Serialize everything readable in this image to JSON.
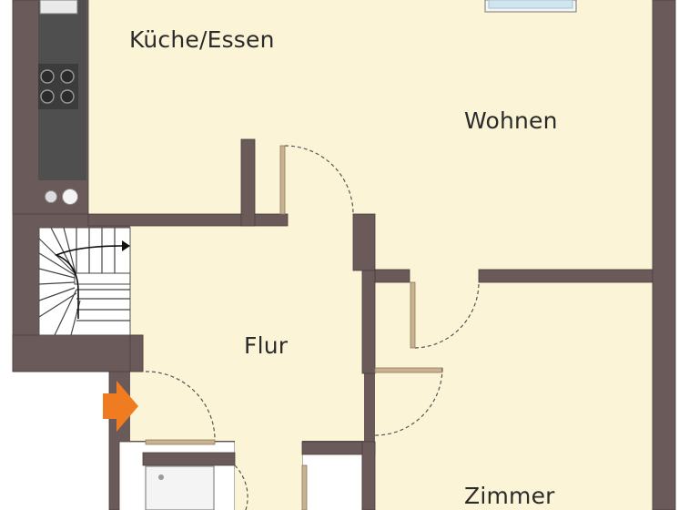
{
  "rooms": {
    "kitchen": "Küche/Essen",
    "living": "Wohnen",
    "hall": "Flur",
    "room": "Zimmer"
  },
  "colors": {
    "wall": "#6b5a5a",
    "wall_edge": "#4a3d3d",
    "floor": "#fcf4d6",
    "entrance_arrow": "#f07c22",
    "window": "#cfe6f0",
    "door_frame": "#c8b391",
    "counter": "#4f4f4f"
  },
  "icons": {
    "entrance": "entrance-arrow-icon",
    "stairs": "staircase-icon",
    "hob": "hob-icon",
    "sink": "sink-icon",
    "shower": "shower-tray-icon"
  }
}
